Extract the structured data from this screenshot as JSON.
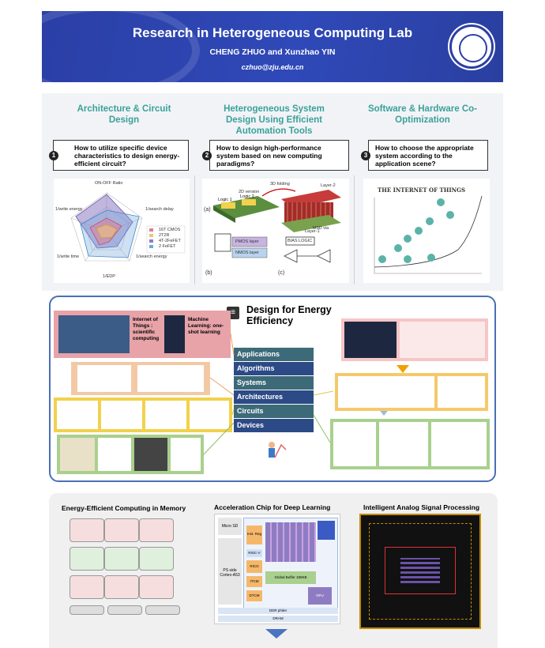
{
  "header": {
    "title": "Research in Heterogeneous Computing Lab",
    "authors": "CHENG ZHUO and Xunzhao YIN",
    "email": "czhuo@zju.edu.cn"
  },
  "columns": [
    {
      "title": "Architecture & Circuit Design",
      "number": "1",
      "question": "How to utilize specific device characteristics to design energy-efficient circuit?"
    },
    {
      "title": "Heterogeneous System Design Using Efficient Automation Tools",
      "number": "2",
      "question": "How to design high-performance system based on new computing paradigms?"
    },
    {
      "title": "Software & Hardware Co-Optimization",
      "number": "3",
      "question": "How to choose the appropriate system according to the application scene?"
    }
  ],
  "radar": {
    "title": "ON-OFF Ratio",
    "axes": [
      "1/write energy",
      "1/search delay",
      "1/search energy",
      "1/EDP",
      "1/write time"
    ],
    "legend": [
      "16T CMOS",
      "2T2R",
      "4T-2FeFET",
      "2 FeFET"
    ],
    "colors": [
      "#e07b91",
      "#f1c27d",
      "#8e7cc3",
      "#6fa8dc"
    ]
  },
  "figure2": {
    "labels": {
      "a": "(a)",
      "b": "(b)",
      "c": "(c)",
      "version": "2D version",
      "folding": "3D folding",
      "layer2": "Layer-2",
      "layer1": "Layer-1",
      "logic1": "Logic 1",
      "logic2": "Logic 2",
      "m3d": "M3D via",
      "pmos": "PMOS layer",
      "nmos": "NMOS layer",
      "bias": "BIAS LOGIC"
    }
  },
  "figure3": {
    "title": "THE INTERNET OF THINGS"
  },
  "energy": {
    "title": "Design for Energy Efficiency",
    "stack": [
      "Applications",
      "Algorithms",
      "Systems",
      "Architectures",
      "Circuits",
      "Devices"
    ],
    "iot_label": "Internet of Things : scientific computing",
    "ml_label": "Machine Learning: one-shot learning"
  },
  "bottom": {
    "cim_title": "Energy-Efficient Computing in Memory",
    "accel_title": "Acceleration Chip for Deep Learning",
    "analog_title": "Intelligent Analog Signal Processing",
    "accel_blocks": [
      "Micro SD",
      "PS side Cortex-A53",
      "RISC-V",
      "ITCM",
      "DTCM",
      "RICO RV32",
      "Inst. Reg",
      "Global Buffer 180KB",
      "NPU",
      "DDR phiter",
      "DRAM"
    ]
  },
  "colors": {
    "header_blue": "#2b3fa6",
    "teal": "#3aa19a",
    "stack_dark": "#2c4a86",
    "stack_teal": "#3d6a78"
  }
}
